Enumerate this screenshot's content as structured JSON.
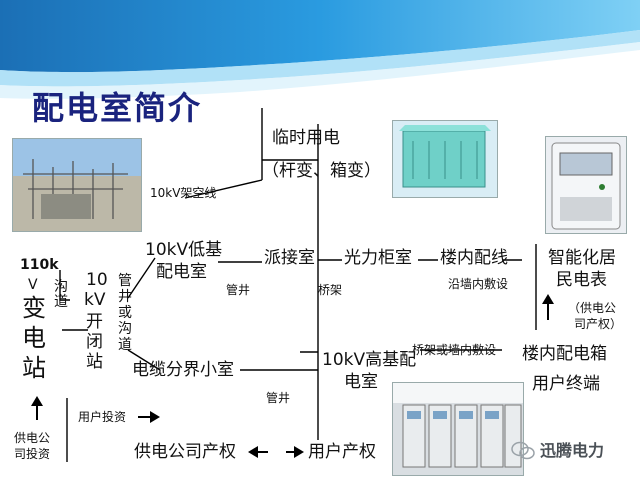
{
  "title": "配电室简介",
  "temp_power": {
    "line1": "临时用电",
    "line2": "（杆变、箱变）"
  },
  "overhead_line": "10kV架空线",
  "substation": {
    "voltage": "110k",
    "unit": "V",
    "chars": [
      "变",
      "电",
      "站"
    ]
  },
  "channel_left": "沟道",
  "switch_station": {
    "top": "10",
    "unit": "kV",
    "rest": [
      "开",
      "闭",
      "站"
    ]
  },
  "pipe_well_channel": [
    "管",
    "井",
    "或",
    "沟",
    "道"
  ],
  "low_base_room": {
    "line1": "10kV低基",
    "line2": "配电室"
  },
  "pipe_well_1": "管井",
  "dispatch_room": "派接室",
  "bridge_rack": "桥架",
  "optical_cabinet": "光力柜室",
  "building_wiring": "楼内配线",
  "wall_laying_1": "沿墙内敷设",
  "smart_meter": {
    "line1": "智能化居",
    "line2": "民电表"
  },
  "supply_property_right": {
    "line1": "（供电公",
    "line2": "司产权）"
  },
  "bridge_or_wall": "桥架或墙内敷设",
  "building_box": "楼内配电箱",
  "user_terminal": "用户终端",
  "high_base_room": {
    "line1": "10kV高基配",
    "line2": "电室"
  },
  "cable_room": "电缆分界小室",
  "pipe_well_2": "管井",
  "user_investment": "用户投资",
  "supply_investment": {
    "line1": "供电公",
    "line2": "司投资"
  },
  "company_property": "供电公司产权",
  "user_property": "用户产权",
  "watermark": "迅腾电力",
  "colors": {
    "title": "#1a237e",
    "band_dark": "#1e88c8",
    "band_light": "#8fd3f2",
    "line": "#000000"
  },
  "icons": {
    "up_arrow": "arrow-up-icon",
    "right_arrow": "arrow-right-icon",
    "double_arrow": "double-arrow-icon",
    "logo": "wechat-logo-icon"
  }
}
